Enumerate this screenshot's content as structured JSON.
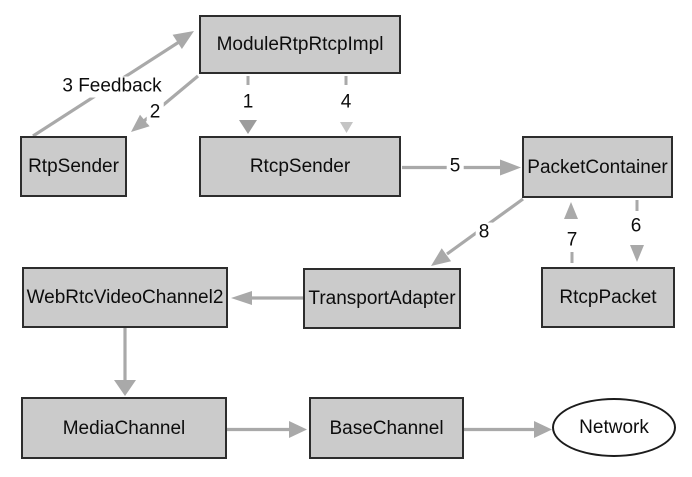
{
  "diagram": {
    "nodes": {
      "module_rtp_rtcp_impl": "ModuleRtpRtcpImpl",
      "rtp_sender": "RtpSender",
      "rtcp_sender": "RtcpSender",
      "packet_container": "PacketContainer",
      "web_rtc_video_channel2": "WebRtcVideoChannel2",
      "transport_adapter": "TransportAdapter",
      "rtcp_packet": "RtcpPacket",
      "media_channel": "MediaChannel",
      "base_channel": "BaseChannel",
      "network": "Network"
    },
    "edge_labels": {
      "feedback": "3 Feedback",
      "step1": "1",
      "step2": "2",
      "step4": "4",
      "step5": "5",
      "step6": "6",
      "step7": "7",
      "step8": "8"
    },
    "colors": {
      "background": "#ffffff",
      "node_fill": "#cbcbcb",
      "node_border": "#2d2d2d",
      "ellipse_border": "#1c1c1c",
      "arrow": "#a9a9a9",
      "arrow_dark": "#9c9c9c",
      "arrow_light": "#c4c4c4",
      "text": "#0d0d0d"
    }
  }
}
